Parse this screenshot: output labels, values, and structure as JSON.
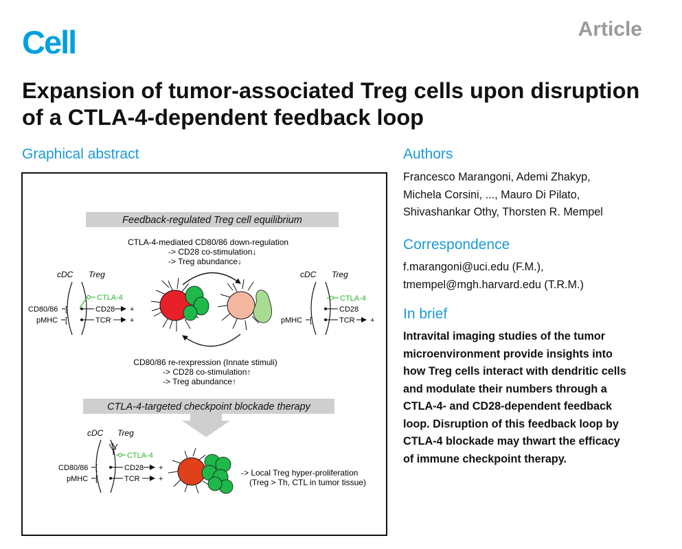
{
  "header": {
    "journal": "Cell",
    "type": "Article"
  },
  "title": "Expansion of tumor-associated Treg cells upon disruption of a CTLA-4-dependent feedback loop",
  "graphical_abstract": {
    "heading": "Graphical abstract",
    "banner_top": "Feedback-regulated Treg cell equilibrium",
    "top_line1": "CTLA-4-mediated CD80/86 down-regulation",
    "top_line2": "-> CD28 co-stimulation↓",
    "top_line3": "-> Treg abundance↓",
    "bottom_line1": "CD80/86 re-rexpression (Innate stimuli)",
    "bottom_line2": "-> CD28 co-stimulation↑",
    "bottom_line3": "-> Treg abundance↑",
    "banner_bottom": "CTLA-4-targeted checkpoint blockade therapy",
    "cdc": "cDC",
    "treg": "Treg",
    "ctla4": "CTLA-4",
    "cd28": "CD28",
    "tcr": "TCR",
    "cd8086": "CD80/86",
    "pmhc": "pMHC",
    "plus": "+",
    "outcome_line1": "-> Local Treg hyper-proliferation",
    "outcome_line2": "(Treg > Th, CTL in tumor tissue)"
  },
  "authors": {
    "heading": "Authors",
    "lines": [
      "Francesco Marangoni, Ademi Zhakyp,",
      "Michela Corsini, ..., Mauro Di Pilato,",
      "Shivashankar Othy, Thorsten R. Mempel"
    ]
  },
  "correspondence": {
    "heading": "Correspondence",
    "lines": [
      "f.marangoni@uci.edu (F.M.),",
      "tmempel@mgh.harvard.edu (T.R.M.)"
    ]
  },
  "in_brief": {
    "heading": "In brief",
    "lines": [
      "Intravital imaging studies of the tumor",
      "microenvironment provide insights into",
      "how Treg cells interact with dendritic cells",
      "and modulate their numbers through a",
      "CTLA-4- and CD28-dependent feedback",
      "loop. Disruption of this feedback loop by",
      "CTLA-4 blockade may thwart the efficacy",
      "of immune checkpoint therapy."
    ]
  },
  "colors": {
    "accent": "#1a9ad6",
    "ctla4": "#2bb52b",
    "dc_red": "#e8202a",
    "dc_pink": "#f4b7a0",
    "treg_green": "#1fb84a",
    "dc_orange": "#e0401a"
  }
}
